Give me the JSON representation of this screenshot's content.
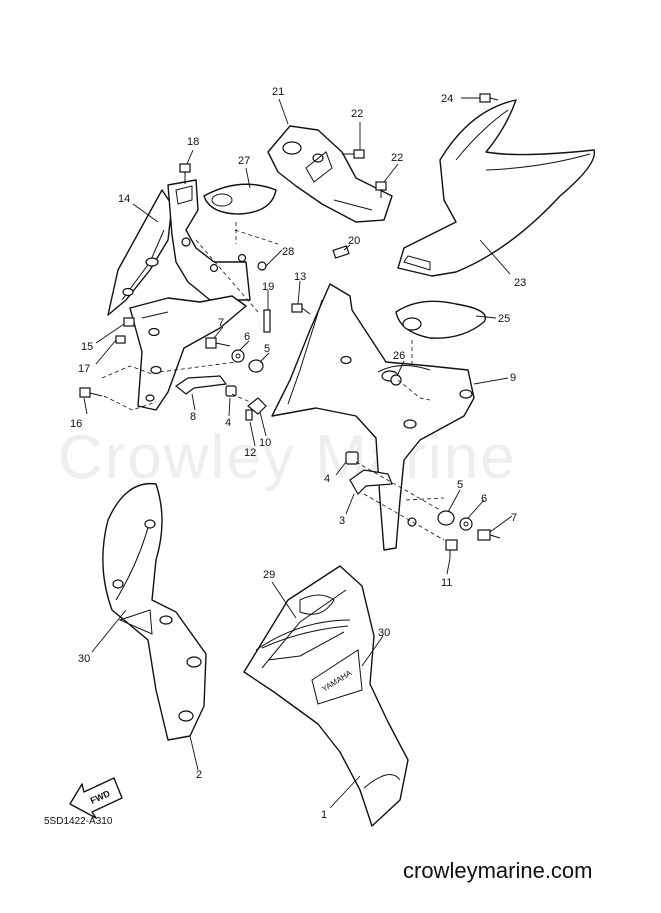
{
  "diagram": {
    "watermark": "Crowley Marine",
    "drawing_code": "5SD1422-A310",
    "website": "crowleymarine.com",
    "fwd_arrow": "FWD",
    "decal_text": "YAMAHA",
    "callouts": [
      {
        "id": "c1",
        "text": "1"
      },
      {
        "id": "c2",
        "text": "2"
      },
      {
        "id": "c3a",
        "text": "3"
      },
      {
        "id": "c4a",
        "text": "4"
      },
      {
        "id": "c4b",
        "text": "4"
      },
      {
        "id": "c5a",
        "text": "5"
      },
      {
        "id": "c5b",
        "text": "5"
      },
      {
        "id": "c6a",
        "text": "6"
      },
      {
        "id": "c6b",
        "text": "6"
      },
      {
        "id": "c7a",
        "text": "7"
      },
      {
        "id": "c7b",
        "text": "7"
      },
      {
        "id": "c8",
        "text": "8"
      },
      {
        "id": "c9",
        "text": "9"
      },
      {
        "id": "c10",
        "text": "10"
      },
      {
        "id": "c11",
        "text": "11"
      },
      {
        "id": "c12",
        "text": "12"
      },
      {
        "id": "c13",
        "text": "13"
      },
      {
        "id": "c14",
        "text": "14"
      },
      {
        "id": "c15",
        "text": "15"
      },
      {
        "id": "c16",
        "text": "16"
      },
      {
        "id": "c17",
        "text": "17"
      },
      {
        "id": "c18",
        "text": "18"
      },
      {
        "id": "c19",
        "text": "19"
      },
      {
        "id": "c20",
        "text": "20"
      },
      {
        "id": "c21",
        "text": "21"
      },
      {
        "id": "c22a",
        "text": "22"
      },
      {
        "id": "c22b",
        "text": "22"
      },
      {
        "id": "c23",
        "text": "23"
      },
      {
        "id": "c24",
        "text": "24"
      },
      {
        "id": "c25",
        "text": "25"
      },
      {
        "id": "c26",
        "text": "26"
      },
      {
        "id": "c27",
        "text": "27"
      },
      {
        "id": "c28",
        "text": "28"
      },
      {
        "id": "c29",
        "text": "29"
      },
      {
        "id": "c30a",
        "text": "30"
      },
      {
        "id": "c30b",
        "text": "30"
      }
    ]
  }
}
